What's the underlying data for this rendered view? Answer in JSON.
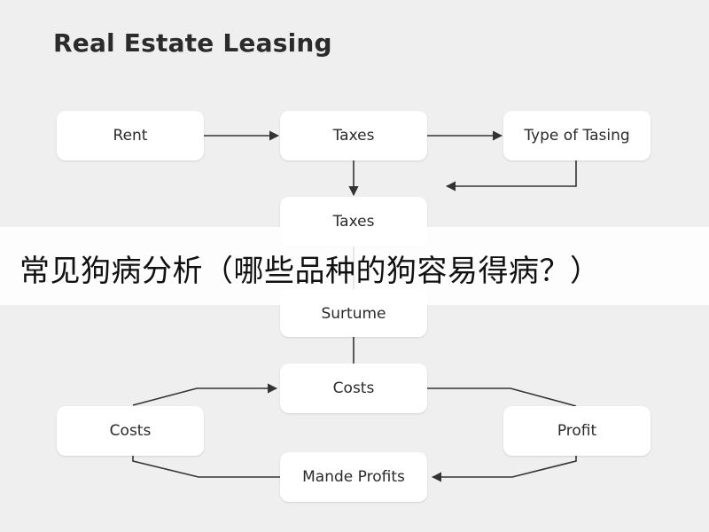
{
  "title": "Real Estate Leasing",
  "nodes": {
    "rent": "Rent",
    "taxes_top": "Taxes",
    "type_of_tasing": "Type of Tasing",
    "taxes_mid": "Taxes",
    "surtume": "Surtume",
    "costs_center": "Costs",
    "costs_left": "Costs",
    "profit": "Profit",
    "mande_profits": "Mande Profits"
  },
  "banner": {
    "text": "常见狗病分析（哪些品种的狗容易得病？）"
  },
  "colors": {
    "background": "#efefef",
    "node": "#ffffff",
    "line": "#333333"
  }
}
